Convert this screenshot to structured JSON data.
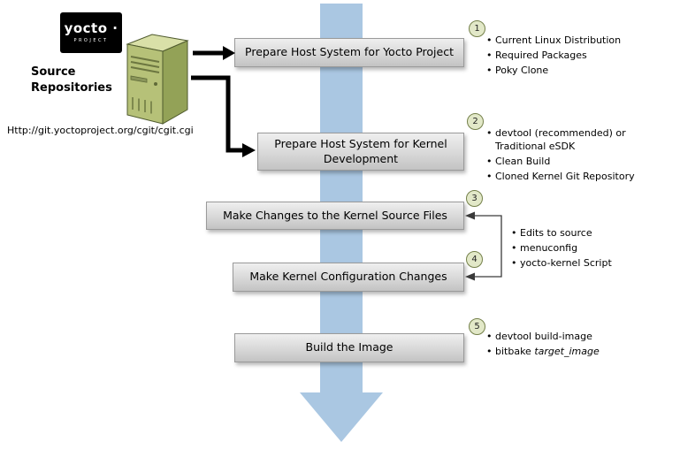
{
  "logo": {
    "brand": "yocto ·",
    "subtitle": "PROJECT"
  },
  "source": {
    "label": "Source Repositories",
    "url": "Http://git.yoctoproject.org/cgit/cgit.cgi"
  },
  "steps": [
    {
      "num": "1",
      "label": "Prepare Host System for Yocto Project"
    },
    {
      "num": "2",
      "label": "Prepare Host System for Kernel Development"
    },
    {
      "num": "3",
      "label": "Make Changes to the Kernel Source Files"
    },
    {
      "num": "4",
      "label": "Make Kernel Configuration Changes"
    },
    {
      "num": "5",
      "label": "Build the Image"
    }
  ],
  "bullets": {
    "step1": [
      "Current Linux Distribution",
      "Required Packages",
      "Poky Clone"
    ],
    "step2": [
      "devtool (recommended) or Traditional eSDK",
      "Clean Build",
      "Cloned Kernel Git Repository"
    ],
    "steps3_4": [
      "Edits to source",
      "menuconfig",
      "yocto-kernel Script"
    ],
    "step5_item1": "devtool build-image",
    "step5_item2_text": "bitbake ",
    "step5_item2_italic": "target_image"
  },
  "colors": {
    "flow_arrow_blue": "#aac7e2",
    "box_gray": "#d8d8d8",
    "circle_fill": "#e2e8c8",
    "circle_border": "#74804a",
    "server_green": "#b6c178",
    "connector_black": "#000000"
  }
}
